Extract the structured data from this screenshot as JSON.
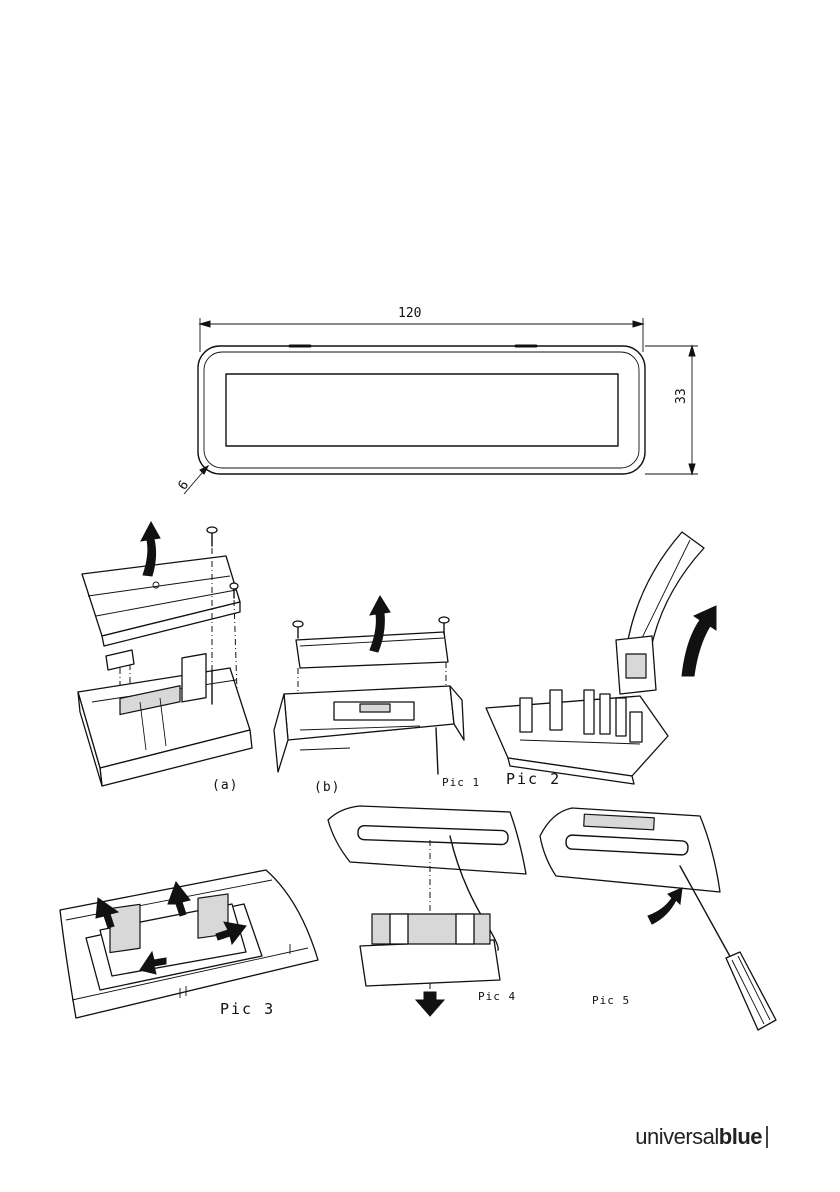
{
  "dimensions": {
    "width_label": "120",
    "height_label": "33",
    "radius_label": "6"
  },
  "figure_labels": {
    "a": "(a)",
    "b": "(b)",
    "pic1": "Pic 1",
    "pic2": "Pic 2",
    "pic3": "Pic 3",
    "pic4": "Pic 4",
    "pic5": "Pic 5"
  },
  "brand": {
    "prefix": "universal",
    "suffix": "blue"
  }
}
